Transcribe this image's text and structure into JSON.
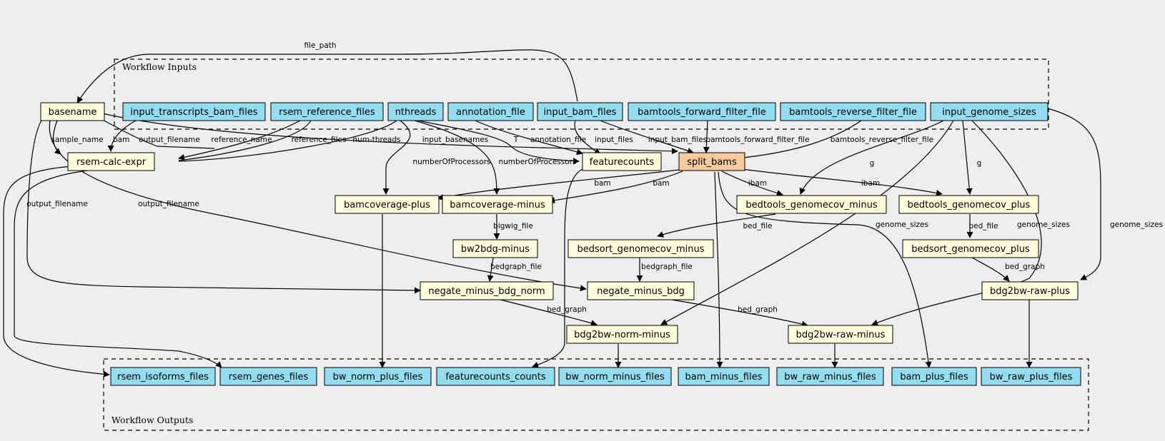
{
  "colors": {
    "background": "#eeeeee",
    "input_output_fill": "#94dcef",
    "step_fill": "#ffffdd",
    "highlight_fill": "#f7ca9d"
  },
  "clusters": {
    "inputs": "Workflow Inputs",
    "outputs": "Workflow Outputs"
  },
  "nodes": {
    "basename": "basename",
    "input_transcripts_bam_files": "input_transcripts_bam_files",
    "rsem_reference_files": "rsem_reference_files",
    "nthreads": "nthreads",
    "annotation_file": "annotation_file",
    "input_bam_files": "input_bam_files",
    "bamtools_forward_filter_file": "bamtools_forward_filter_file",
    "bamtools_reverse_filter_file": "bamtools_reverse_filter_file",
    "input_genome_sizes": "input_genome_sizes",
    "rsem_calc_expr": "rsem-calc-expr",
    "featurecounts": "featurecounts",
    "split_bams": "split_bams",
    "bamcoverage_plus": "bamcoverage-plus",
    "bamcoverage_minus": "bamcoverage-minus",
    "bedtools_genomecov_minus": "bedtools_genomecov_minus",
    "bedtools_genomecov_plus": "bedtools_genomecov_plus",
    "bw2bdg_minus": "bw2bdg-minus",
    "bedsort_genomecov_minus": "bedsort_genomecov_minus",
    "bedsort_genomecov_plus": "bedsort_genomecov_plus",
    "negate_minus_bdg_norm": "negate_minus_bdg_norm",
    "negate_minus_bdg": "negate_minus_bdg",
    "bdg2bw_raw_plus": "bdg2bw-raw-plus",
    "bdg2bw_norm_minus": "bdg2bw-norm-minus",
    "bdg2bw_raw_minus": "bdg2bw-raw-minus",
    "rsem_isoforms_files": "rsem_isoforms_files",
    "rsem_genes_files": "rsem_genes_files",
    "bw_norm_plus_files": "bw_norm_plus_files",
    "featurecounts_counts": "featurecounts_counts",
    "bw_norm_minus_files": "bw_norm_minus_files",
    "bam_minus_files": "bam_minus_files",
    "bw_raw_minus_files": "bw_raw_minus_files",
    "bam_plus_files": "bam_plus_files",
    "bw_raw_plus_files": "bw_raw_plus_files"
  },
  "edge_labels": {
    "file_path": "file_path",
    "sample_name": "sample_name",
    "bam": "bam",
    "output_filename": "output_filename",
    "reference_name": "reference_name",
    "reference_files": "reference_files",
    "num_threads": "num-threads",
    "input_basenames": "input_basenames",
    "T": "T",
    "annotation_file": "annotation_file",
    "input_files": "input_files",
    "input_bam_files": "input_bam_files",
    "bamtools_forward_filter_file": "bamtools_forward_filter_file",
    "bamtools_reverse_filter_file": "bamtools_reverse_filter_file",
    "numberOfProcessors_a": "numberOfProcessors",
    "numberOfProcessors_b": "numberOfProcessors",
    "bam_plus": "bam",
    "bam_minus": "bam",
    "ibam_minus": "ibam",
    "ibam_plus": "ibam",
    "g_minus": "g",
    "g_plus": "g",
    "genome_sizes_right": "genome_sizes",
    "output_filename_left": "output_filename",
    "output_filename_mid": "output_filename",
    "bigwig_file": "bigwig_file",
    "bed_file_minus": "bed_file",
    "bed_file_plus": "bed_file",
    "genome_sizes_a": "genome_sizes",
    "genome_sizes_b": "genome_sizes",
    "bedgraph_file_a": "bedgraph_file",
    "bedgraph_file_b": "bedgraph_file",
    "bed_graph_plus": "bed_graph",
    "bed_graph_norm": "bed_graph",
    "bed_graph_raw": "bed_graph"
  }
}
